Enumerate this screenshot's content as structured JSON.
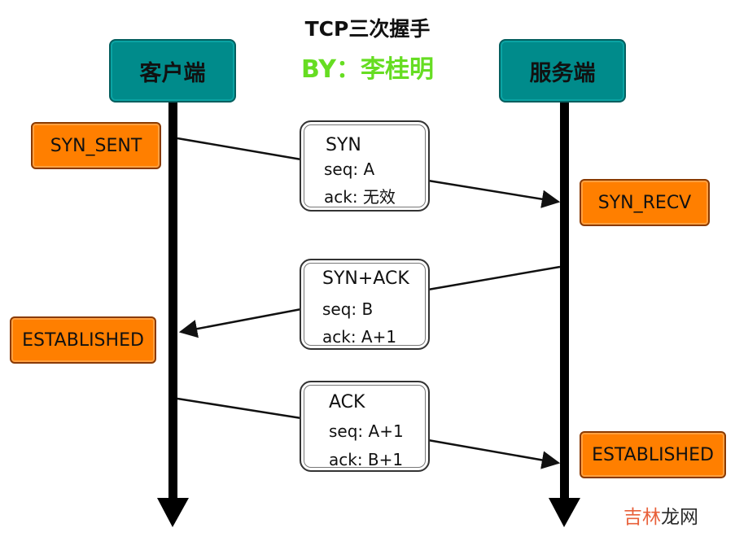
{
  "title": "TCP三次握手",
  "author": "BY：李桂明",
  "colors": {
    "endpoint_fill": "#008b8b",
    "state_fill": "#ff7f00",
    "author_text": "#66dd22",
    "lifeline": "#000000",
    "arrow": "#111111"
  },
  "client": {
    "label": "客户端"
  },
  "server": {
    "label": "服务端"
  },
  "states": {
    "syn_sent": "SYN_SENT",
    "syn_recv": "SYN_RECV",
    "client_established": "ESTABLISHED",
    "server_established": "ESTABLISHED"
  },
  "messages": [
    {
      "name": "SYN",
      "seq": "seq: A",
      "ack": "ack: 无效"
    },
    {
      "name": "SYN+ACK",
      "seq": "seq: B",
      "ack": "ack: A+1"
    },
    {
      "name": "ACK",
      "seq": "seq: A+1",
      "ack": "ack: B+1"
    }
  ],
  "watermark": {
    "part1": "吉林",
    "part2": "龙网"
  }
}
